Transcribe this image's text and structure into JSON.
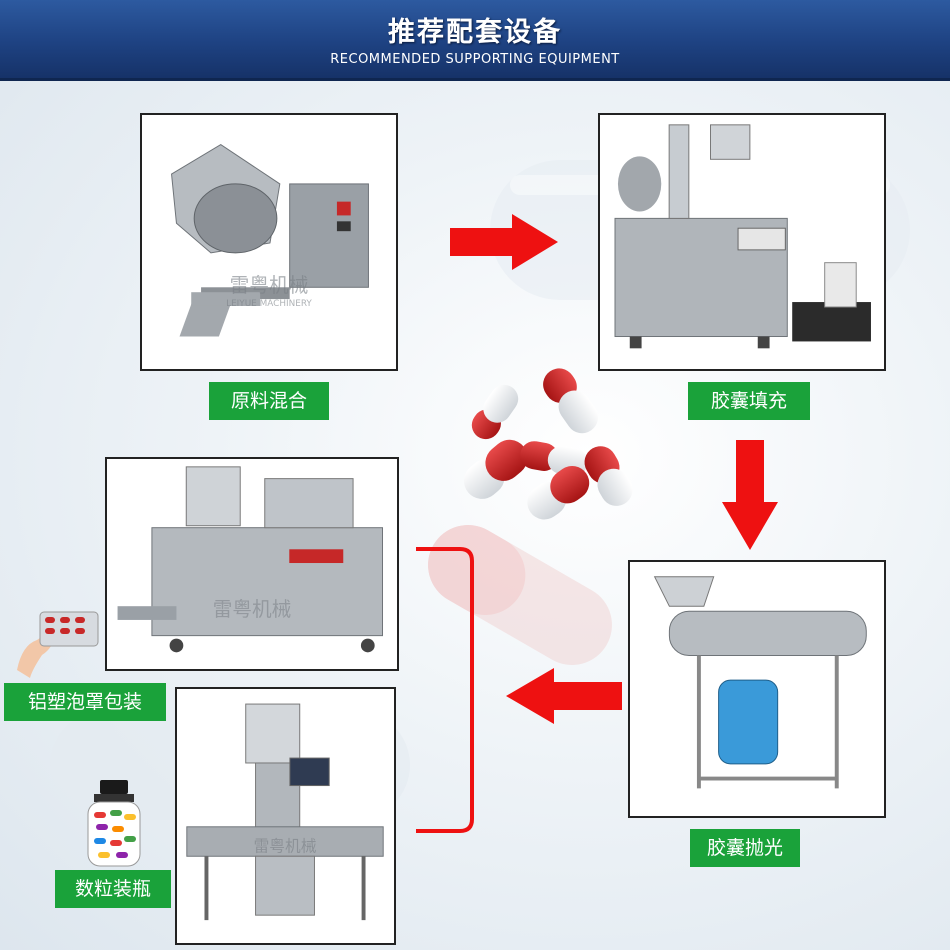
{
  "header": {
    "title": "推荐配套设备",
    "subtitle": "RECOMMENDED SUPPORTING EQUIPMENT"
  },
  "steps": [
    {
      "label": "原料混合"
    },
    {
      "label": "胶囊填充"
    },
    {
      "label": "胶囊抛光"
    },
    {
      "label": "铝塑泡罩包装"
    },
    {
      "label": "数粒装瓶"
    }
  ],
  "watermark": {
    "brand": "雷粤机械",
    "brand_en": "LEIYUE MACHINERY"
  },
  "colors": {
    "header": "#1e4282",
    "label_bg": "#1aa23a",
    "arrow": "#ee1111",
    "capsule_red": "#c81e1e"
  }
}
